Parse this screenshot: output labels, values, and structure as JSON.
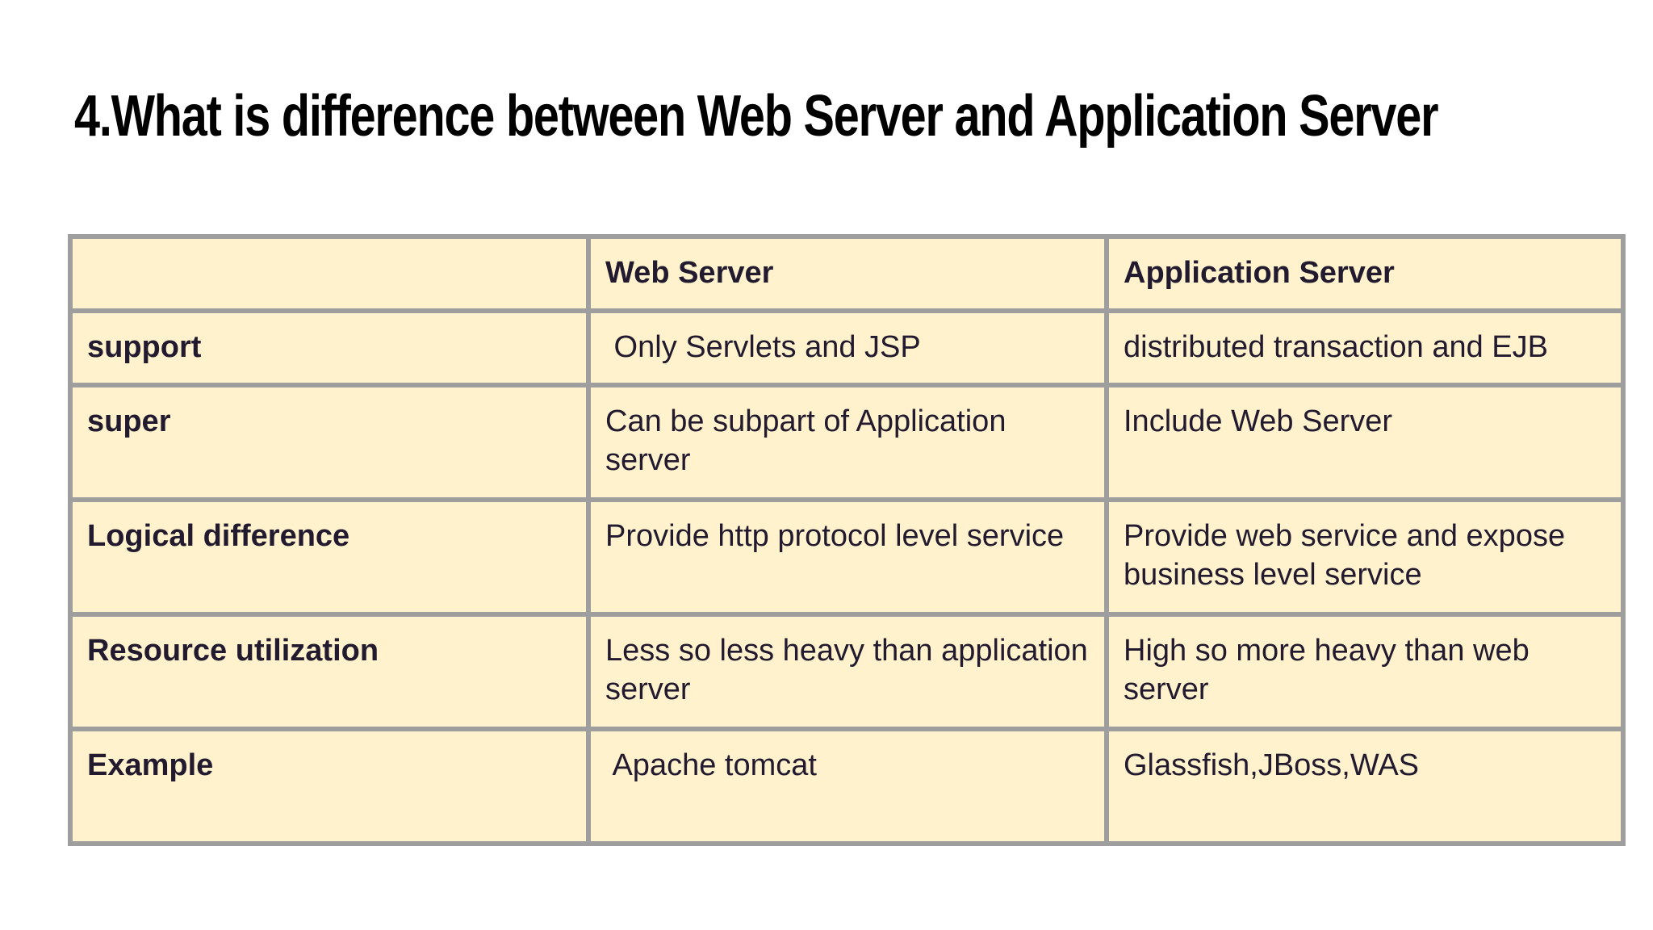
{
  "slide": {
    "title": "4.What is difference between Web Server and Application Server"
  },
  "table": {
    "headers": [
      "",
      "Web Server",
      "Application Server"
    ],
    "rows": [
      {
        "label": "support",
        "web": " Only Servlets and JSP",
        "app": "distributed transaction and EJB"
      },
      {
        "label": "super",
        "web": "Can be subpart of Application server",
        "app": "Include Web Server"
      },
      {
        "label": "Logical difference",
        "web": "Provide http protocol level service",
        "app": "Provide web service and expose business level service"
      },
      {
        "label": "Resource utilization",
        "web": "Less so less heavy than application server",
        "app": "High so more heavy than web server"
      },
      {
        "label": "Example",
        "web": " Apache tomcat",
        "app": "Glassfish,JBoss,WAS"
      }
    ]
  },
  "colors": {
    "cell_background": "#fff2cc",
    "border": "#9e9e9e",
    "text": "#221a2e"
  }
}
